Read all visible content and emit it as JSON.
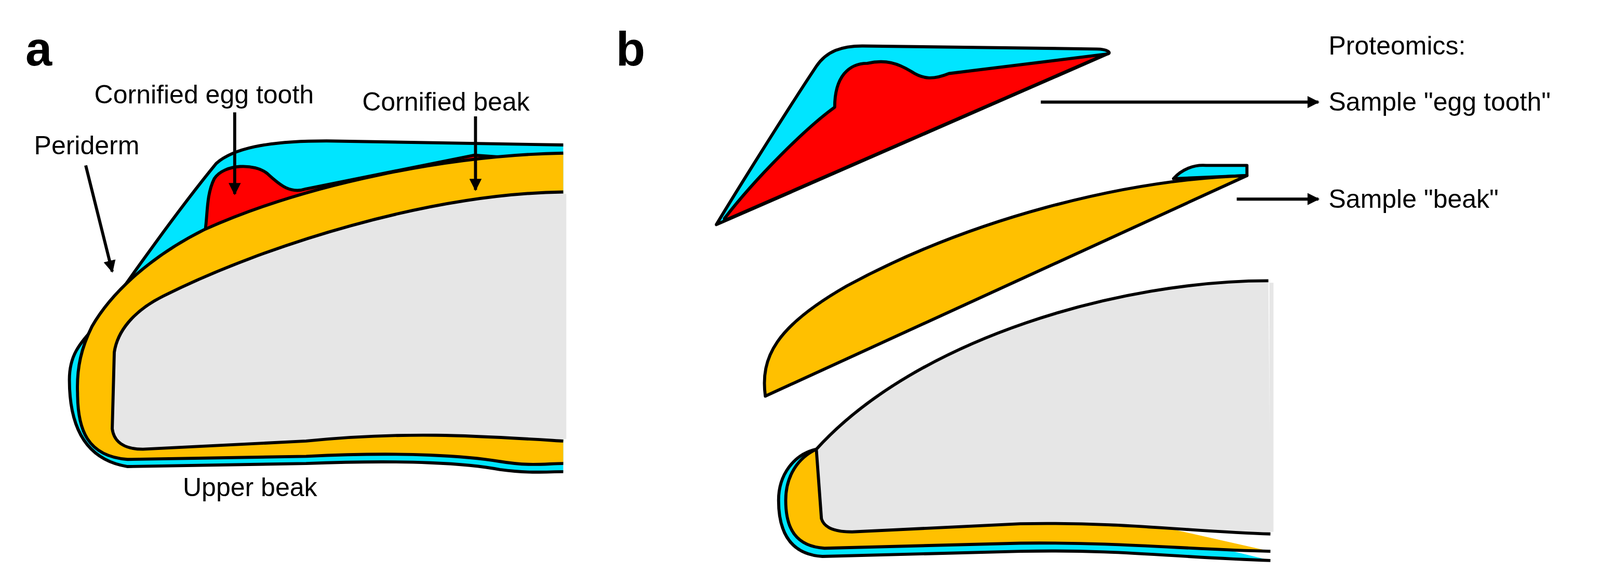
{
  "diagram": {
    "labels": [
      "a",
      "Cornified egg tooth",
      "Cornified beak",
      "Periderm",
      "Upper beak",
      "b",
      "Proteomics:",
      "Sample \"egg tooth\"",
      "Sample \"beak\""
    ]
  }
}
